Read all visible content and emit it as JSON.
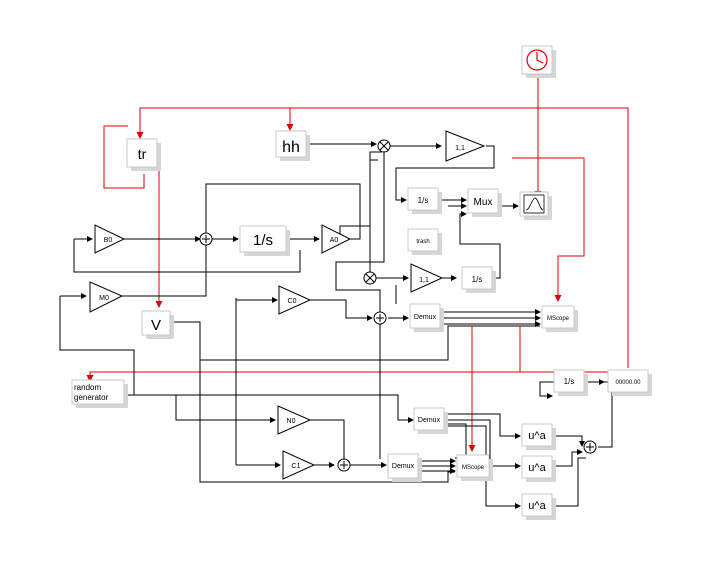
{
  "blocks": {
    "tr": "tr",
    "hh": "hh",
    "b0": "B0",
    "int_main": "1/s",
    "a0": "A0",
    "m0": "M0",
    "v": "V",
    "c0": "C0",
    "gain_top": "1,1",
    "gain_mid": "1,1",
    "int_top": "1/s",
    "int_mid": "1/s",
    "int_right": "1/s",
    "mux": "Mux",
    "trash": "trash",
    "demux_upper": "Demux",
    "demux_middle": "Demux",
    "demux_lower": "Demux",
    "mscope_upper": "MScope",
    "mscope_lower": "MScope",
    "random_line1": "random",
    "random_line2": "generator",
    "n0": "N0",
    "c1": "C1",
    "display": "00000.00",
    "pow1": "u^a",
    "pow2": "u^a",
    "pow3": "u^a"
  },
  "colors": {
    "signal": "#000000",
    "event": "#e00000",
    "block_border": "#c8c8c8"
  }
}
